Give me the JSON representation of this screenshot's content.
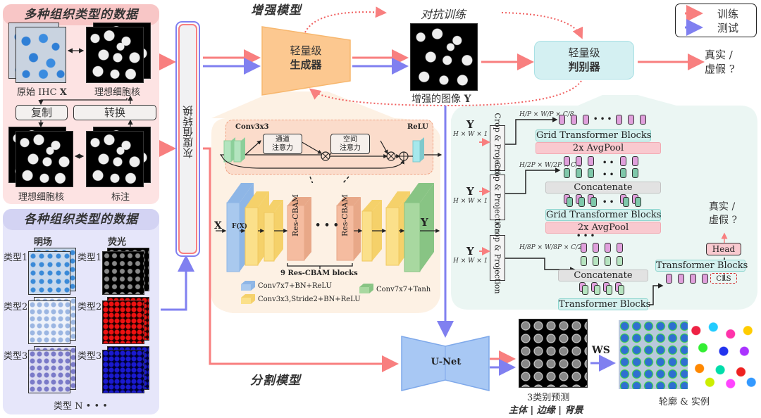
{
  "legend": {
    "items": [
      {
        "label": "训练",
        "color": "#f87f7f"
      },
      {
        "label": "测试",
        "color": "#8080f0"
      }
    ]
  },
  "colors": {
    "train_arrow": "#f87f7f",
    "test_arrow": "#8080f0",
    "generator_fill": "#fcc890",
    "discriminator_fill": "#d4f0f2",
    "unet_fill": "#a8c8f4"
  },
  "multi_tissue_panel": {
    "title": "多种组织类型的数据",
    "raw_ihc_label": "原始 IHC ",
    "raw_ihc_symbol": "X",
    "ideal_nuclei_label_top": "理想细胞核",
    "copy_button": "复制",
    "convert_button": "转换",
    "ideal_nuclei_label_bottom": "理想细胞核",
    "annotation_label": "标注"
  },
  "various_tissue_panel": {
    "title": "各种组织类型的数据",
    "brightfield_header": "明场",
    "fluorescence_header": "荧光",
    "brightfield_types": [
      "类型1",
      "类型2",
      "类型3"
    ],
    "fluorescence_types": [
      "类型1",
      "类型2",
      "类型3"
    ],
    "more_types": "类型 N  • • •"
  },
  "grayscale_transform": {
    "label": "灰度值转换"
  },
  "enhancement_model": {
    "title": "增强模型",
    "generator_line1": "轻量级",
    "generator_line2": "生成器"
  },
  "adversarial": {
    "title": "对抗训练",
    "enhanced_image_label": "增强的图像 ",
    "enhanced_image_symbol": "Y",
    "discriminator_line1": "轻量级",
    "discriminator_line2": "判别器",
    "output_line1": "真实 /",
    "output_line2": "虚假 ?"
  },
  "res_cbam": {
    "conv_label": "Conv3x3",
    "relu_label": "ReLU",
    "channel_attention_line1": "通道",
    "channel_attention_line2": "注意力",
    "spatial_attention_line1": "空间",
    "spatial_attention_line2": "注意力",
    "multiply_symbol": "⊗",
    "add_symbol": "⊕"
  },
  "generator_arch": {
    "input_symbol": "X",
    "fx_label": "F(X)",
    "block_label": "Res-CBAM",
    "dots": "• • •",
    "output_symbol": "Y",
    "brace_label": "9 Res-CBAM blocks",
    "legend": [
      {
        "label": "Conv7x7+BN+ReLU",
        "color": "#a9c9ee"
      },
      {
        "label": "Conv3x3,Stride2+BN+ReLU",
        "color": "#fbe08a"
      },
      {
        "label": "Conv7x7+Tanh",
        "color": "#a8d8a0"
      }
    ]
  },
  "discriminator_arch": {
    "input_symbol": "Y",
    "input_dims": "H × W × 1",
    "crop_label": "Crop & Projection",
    "scale1": {
      "h": "H/P",
      "w": "W/P",
      "c": "C/8"
    },
    "scale2": {
      "h": "H/2P",
      "w": "W/2P",
      "c": "C/8"
    },
    "scale3": {
      "h": "H/8P",
      "w": "W/8P",
      "c": "C/2"
    },
    "grid_transformer_label": "Grid Transformer Blocks",
    "avgpool_label": "2x AvgPool",
    "concatenate_label": "Concatenate",
    "transformer_label": "Transformer Blocks",
    "cls_label": "CLS",
    "head_label": "Head",
    "output_line1": "真实 /",
    "output_line2": "虚假 ?",
    "dots3": "• • •",
    "dots2": "• •"
  },
  "segmentation": {
    "title": "分割模型",
    "unet_label": "U-Net",
    "ws_label": "WS",
    "pred_label": "3类别预测",
    "pred_classes": "主体 | 边缘 | 背景",
    "result_label": "轮廓 & 实例"
  }
}
